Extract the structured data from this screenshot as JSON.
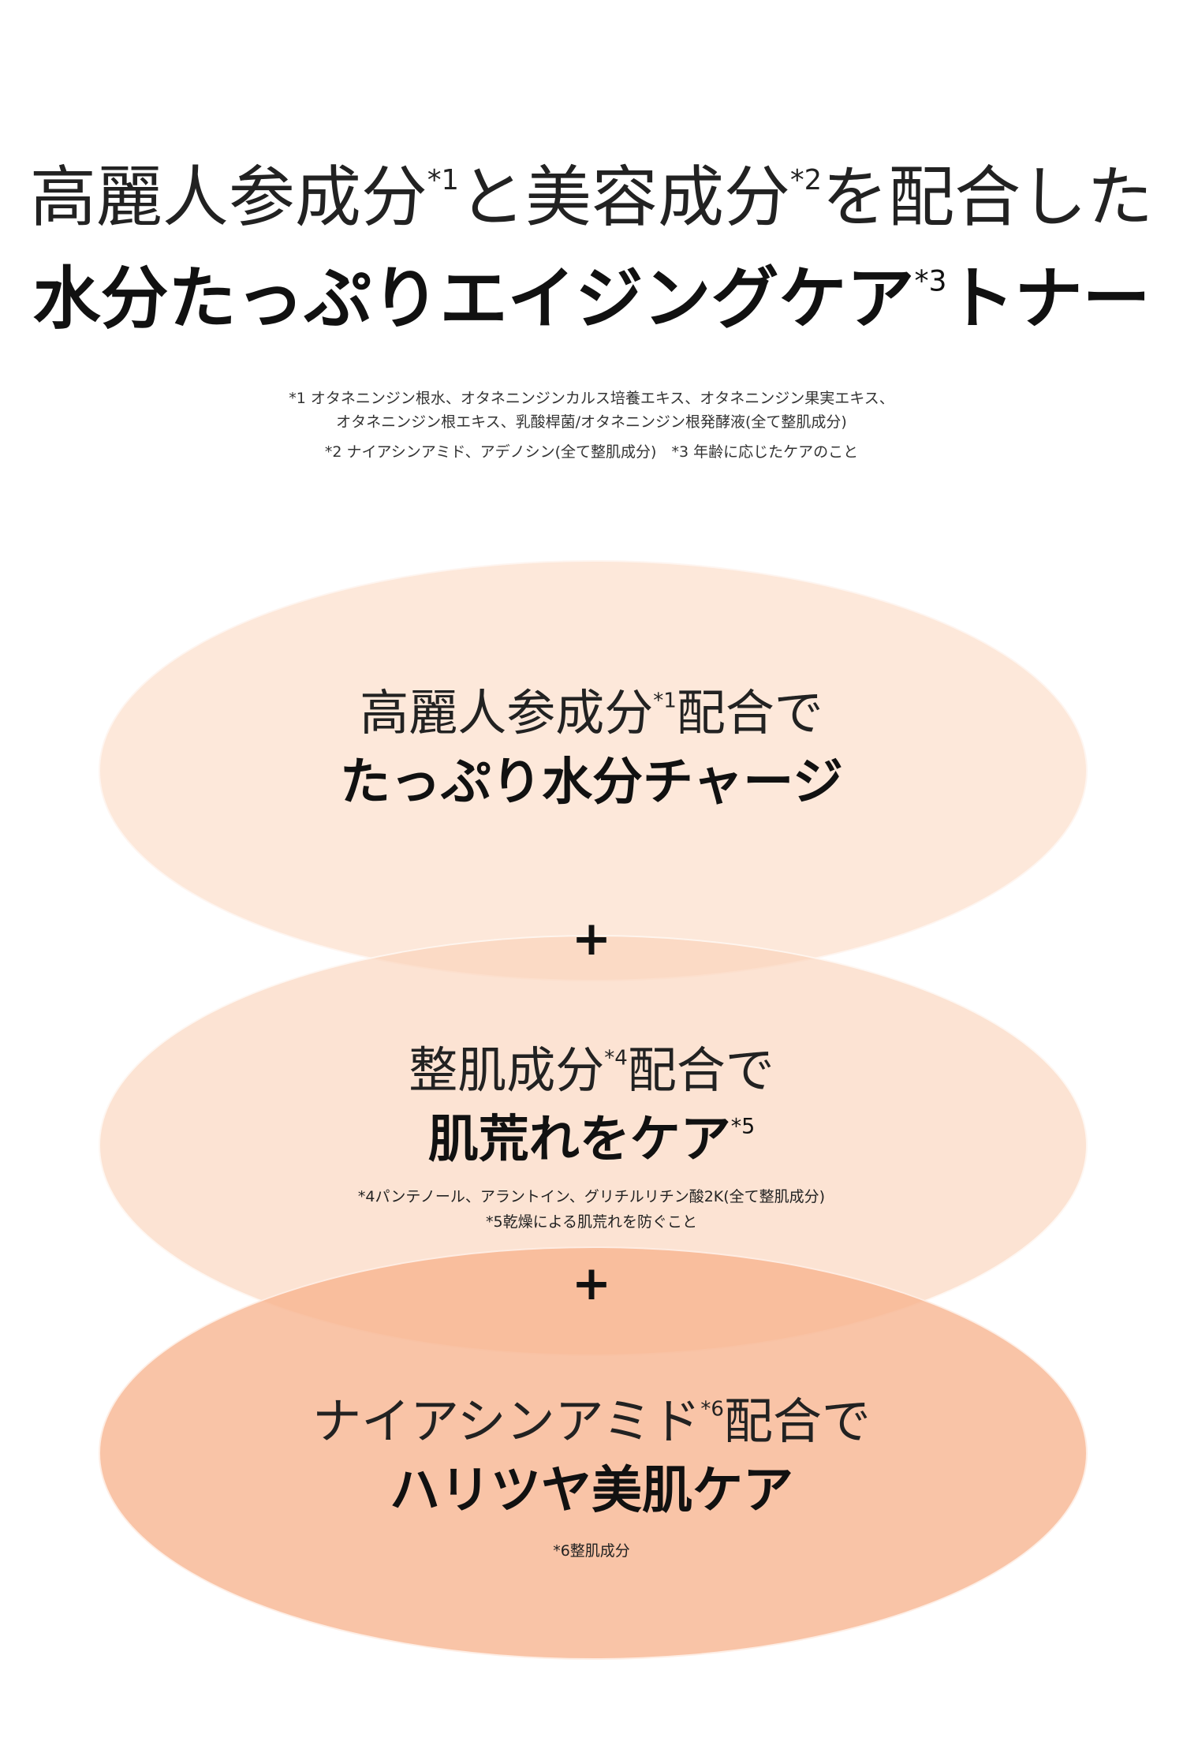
{
  "header": {
    "line1": {
      "part1": "高麗人参成分",
      "sup1": "*1",
      "part2": "と美容成分",
      "sup2": "*2",
      "part3": "を配合した"
    },
    "line2": {
      "part1": "水分たっぷりエイジングケア",
      "sup": "*3",
      "part2": "トナー"
    },
    "notes": [
      "*1 オタネニンジン根水、オタネニンジンカルス培養エキス、オタネニンジン果実エキス、",
      "オタネニンジン根エキス、乳酸桿菌/オタネニンジン根発酵液(全て整肌成分)",
      "*2 ナイアシンアミド、アデノシン(全て整肌成分)　*3 年齢に応じたケアのこと"
    ]
  },
  "sections": [
    {
      "lead": "高麗人参成分",
      "lead_sup": "*1",
      "lead_suffix": "配合で",
      "main": "たっぷり水分チャージ",
      "main_sup": "",
      "notes": []
    },
    {
      "lead": "整肌成分",
      "lead_sup": "*4",
      "lead_suffix": "配合で",
      "main": "肌荒れをケア",
      "main_sup": "*5",
      "notes": [
        "*4パンテノール、アラントイン、グリチルリチン酸2K(全て整肌成分)",
        "*5乾燥による肌荒れを防ぐこと"
      ]
    },
    {
      "lead": "ナイアシンアミド",
      "lead_sup": "*6",
      "lead_suffix": "配合で",
      "main": "ハリツヤ美肌ケア",
      "main_sup": "",
      "notes": [
        "*6整肌成分"
      ]
    }
  ],
  "plus_symbol": "+",
  "colors": {
    "ellipse1": "#fce2d0",
    "ellipse2": "#fad2b8",
    "ellipse3": "#f7b48e",
    "text": "#111111"
  }
}
